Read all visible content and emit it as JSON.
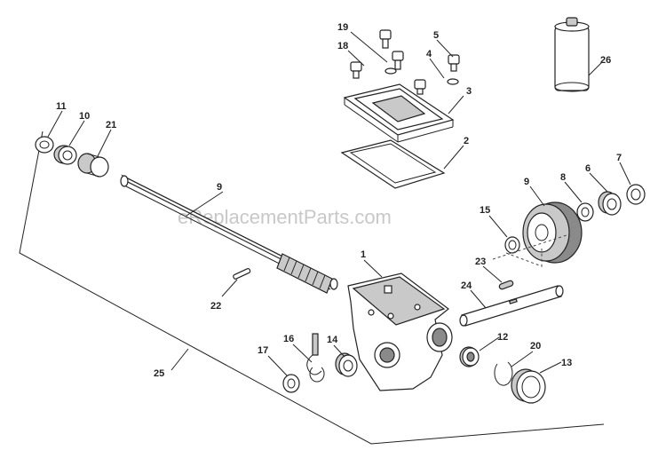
{
  "watermark": "eReplacementParts.com",
  "callouts": [
    {
      "id": "c1",
      "label": "1"
    },
    {
      "id": "c2",
      "label": "2"
    },
    {
      "id": "c3",
      "label": "3"
    },
    {
      "id": "c4",
      "label": "4"
    },
    {
      "id": "c5",
      "label": "5"
    },
    {
      "id": "c6",
      "label": "6"
    },
    {
      "id": "c7",
      "label": "7"
    },
    {
      "id": "c8",
      "label": "8"
    },
    {
      "id": "c9a",
      "label": "9"
    },
    {
      "id": "c9b",
      "label": "9"
    },
    {
      "id": "c10",
      "label": "10"
    },
    {
      "id": "c11",
      "label": "11"
    },
    {
      "id": "c12",
      "label": "12"
    },
    {
      "id": "c13",
      "label": "13"
    },
    {
      "id": "c14",
      "label": "14"
    },
    {
      "id": "c15",
      "label": "15"
    },
    {
      "id": "c16",
      "label": "16"
    },
    {
      "id": "c17",
      "label": "17"
    },
    {
      "id": "c18",
      "label": "18"
    },
    {
      "id": "c19",
      "label": "19"
    },
    {
      "id": "c20",
      "label": "20"
    },
    {
      "id": "c21",
      "label": "21"
    },
    {
      "id": "c22",
      "label": "22"
    },
    {
      "id": "c23",
      "label": "23"
    },
    {
      "id": "c24",
      "label": "24"
    },
    {
      "id": "c25",
      "label": "25"
    },
    {
      "id": "c26",
      "label": "26"
    }
  ]
}
